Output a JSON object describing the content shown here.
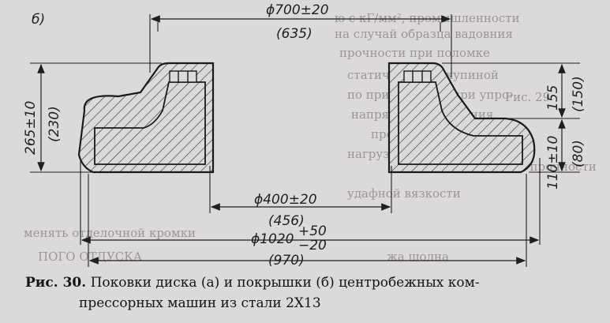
{
  "figure": {
    "label": "б)",
    "dims": {
      "top_width": "ϕ700±20",
      "top_width_alt": "(635)",
      "left_height": "265±10",
      "left_height_alt": "(230)",
      "right_top": "155",
      "right_top_alt": "(150)",
      "right_bottom": "110±10",
      "right_bottom_alt": "(80)",
      "inner_dia": "ϕ400±20",
      "inner_dia_alt": "(456)",
      "outer_dia": "ϕ1020",
      "outer_tol_plus": "+50",
      "outer_tol_minus": "−20",
      "outer_dia_alt": "(970)"
    }
  },
  "caption": {
    "label": "Рис. 30.",
    "line1": "Поковки диска (а) и покрышки (б) центробежных ком-",
    "line2": "прессорных машин из  стали 2Х13"
  },
  "background_text": [
    "ю с кГ/мм², промышленности",
    "на случай образца вадовния",
    "прочности при поломке",
    "статической выкупиной",
    "по применяется при упро-",
    "напряжения значения",
    "предела вя-",
    "нагрузки полной шпона",
    "удафной вязкости",
    "менять отделочной кромки",
    "ПОГО ОТДУСКА",
    "жа шолна",
    "Рис. 29",
    "тел прочности"
  ],
  "colors": {
    "ink": "#1f1f1f",
    "paper": "#dcdad9",
    "bleed": "#9a9696"
  }
}
